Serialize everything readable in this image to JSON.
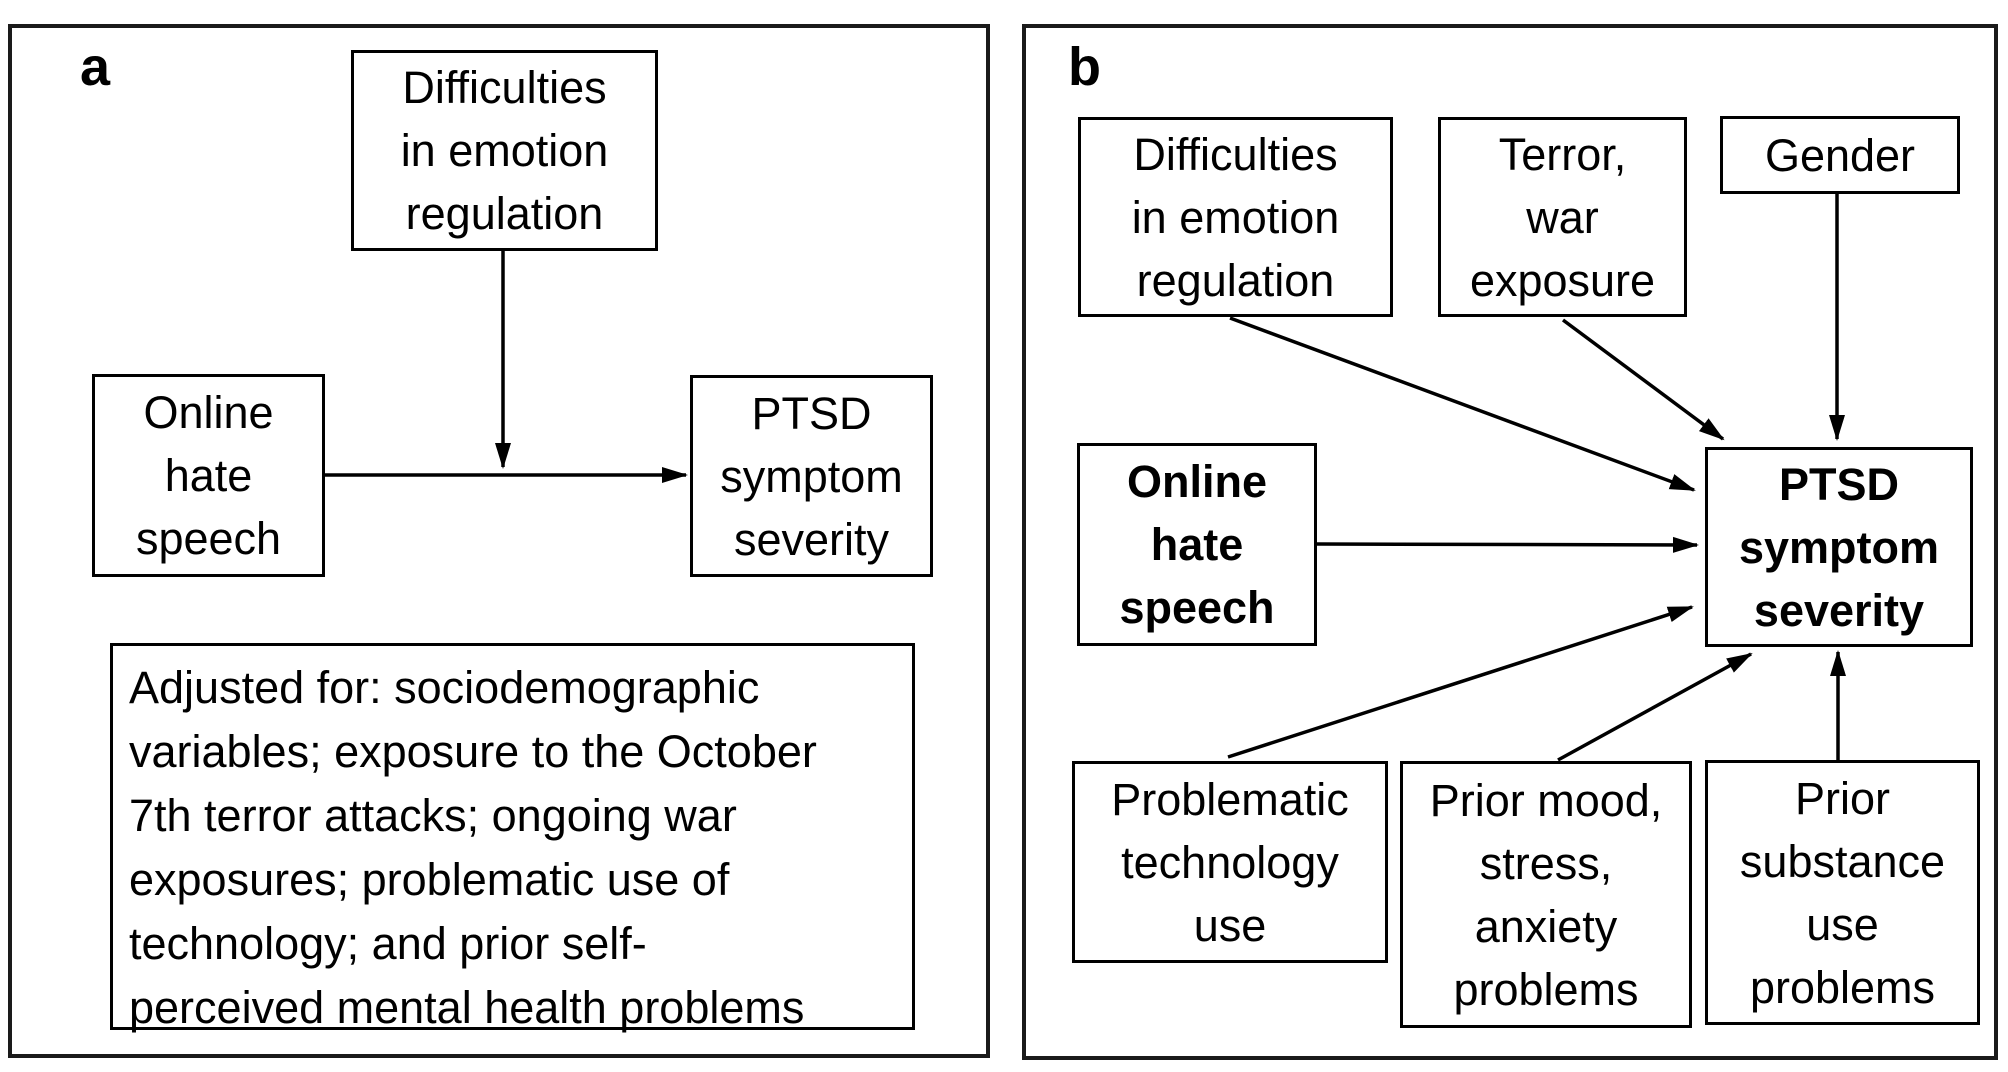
{
  "figure": {
    "colors": {
      "ink": "#000000",
      "background": "#ffffff"
    },
    "panel_a": {
      "label": "a",
      "boxes": {
        "difficulties": "Difficulties\nin emotion\nregulation",
        "online_hate_speech": "Online\nhate\nspeech",
        "ptsd": "PTSD\nsymptom\nseverity",
        "adjusted_note": "Adjusted for: sociodemographic\nvariables; exposure to the October\n7th terror attacks; ongoing war\nexposures; problematic use of\ntechnology; and prior self-\nperceived mental health problems"
      }
    },
    "panel_b": {
      "label": "b",
      "boxes": {
        "difficulties": "Difficulties\nin emotion\nregulation",
        "terror_war": "Terror,\nwar\nexposure",
        "gender": "Gender",
        "online_hate_speech": "Online\nhate\nspeech",
        "ptsd": "PTSD\nsymptom\nseverity",
        "problematic_technology": "Problematic\ntechnology\nuse",
        "prior_mood": "Prior mood,\nstress,\nanxiety\nproblems",
        "prior_substance": "Prior\nsubstance\nuse\nproblems"
      }
    }
  }
}
